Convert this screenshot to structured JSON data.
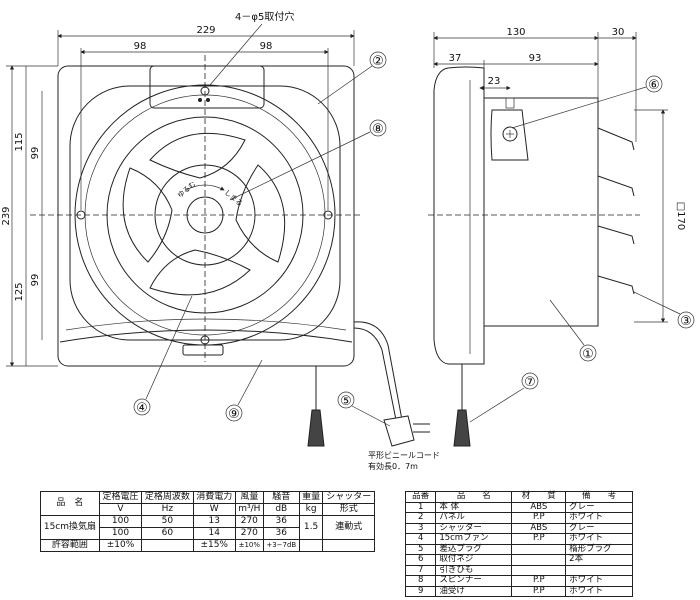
{
  "front_view": {
    "hole_note": "4－φ5取付穴",
    "width_total": "229",
    "width_left": "98",
    "width_right": "98",
    "height_total": "239",
    "height_upper": "115",
    "height_lower": "125",
    "inner_upper": "99",
    "inner_lower": "99"
  },
  "side_view": {
    "depth_total": "130",
    "depth_front": "37",
    "depth_rear": "93",
    "depth_flange": "30",
    "offset": "23",
    "shutter_size": "□170"
  },
  "callouts": [
    "①",
    "②",
    "③",
    "④",
    "⑤",
    "⑥",
    "⑦",
    "⑧",
    "⑨"
  ],
  "cord_note": {
    "line1": "平形ビニールコード",
    "line2": "有効長0．7m"
  },
  "spec_table": {
    "headers": [
      "品　名",
      "定格電圧",
      "定格周波数",
      "消費電力",
      "風量",
      "騒音",
      "重量",
      "シャッター"
    ],
    "units": [
      "V",
      "Hz",
      "W",
      "m³/H",
      "dB",
      "kg",
      "形式"
    ],
    "product": "15cm換気扇",
    "rows": [
      [
        "100",
        "50",
        "13",
        "270",
        "36"
      ],
      [
        "100",
        "60",
        "14",
        "270",
        "36"
      ]
    ],
    "weight": "1.5",
    "shutter_type": "連動式",
    "tolerance_label": "許容範囲",
    "tol_voltage": "±10%",
    "tol_power": "±15%",
    "tol_flow": "±10%",
    "tol_noise_top": "+3",
    "tol_noise_bottom": "−7",
    "tol_noise_val": "dB"
  },
  "parts_table": {
    "headers": [
      "品番",
      "品　　名",
      "材　　質",
      "備　　考"
    ],
    "rows": [
      [
        "1",
        "本 体",
        "ABS",
        "グレー"
      ],
      [
        "2",
        "パネル",
        "P.P",
        "ホワイト"
      ],
      [
        "3",
        "シャッター",
        "ABS",
        "グレー"
      ],
      [
        "4",
        "15cmファン",
        "P.P",
        "ホワイト"
      ],
      [
        "5",
        "差込プラグ",
        "",
        "楕形プラグ"
      ],
      [
        "6",
        "取付ネジ",
        "",
        "2本"
      ],
      [
        "7",
        "引きひも",
        "",
        ""
      ],
      [
        "8",
        "スピンナー",
        "P.P",
        "ホワイト"
      ],
      [
        "9",
        "油受け",
        "P.P",
        "ホワイト"
      ]
    ]
  }
}
